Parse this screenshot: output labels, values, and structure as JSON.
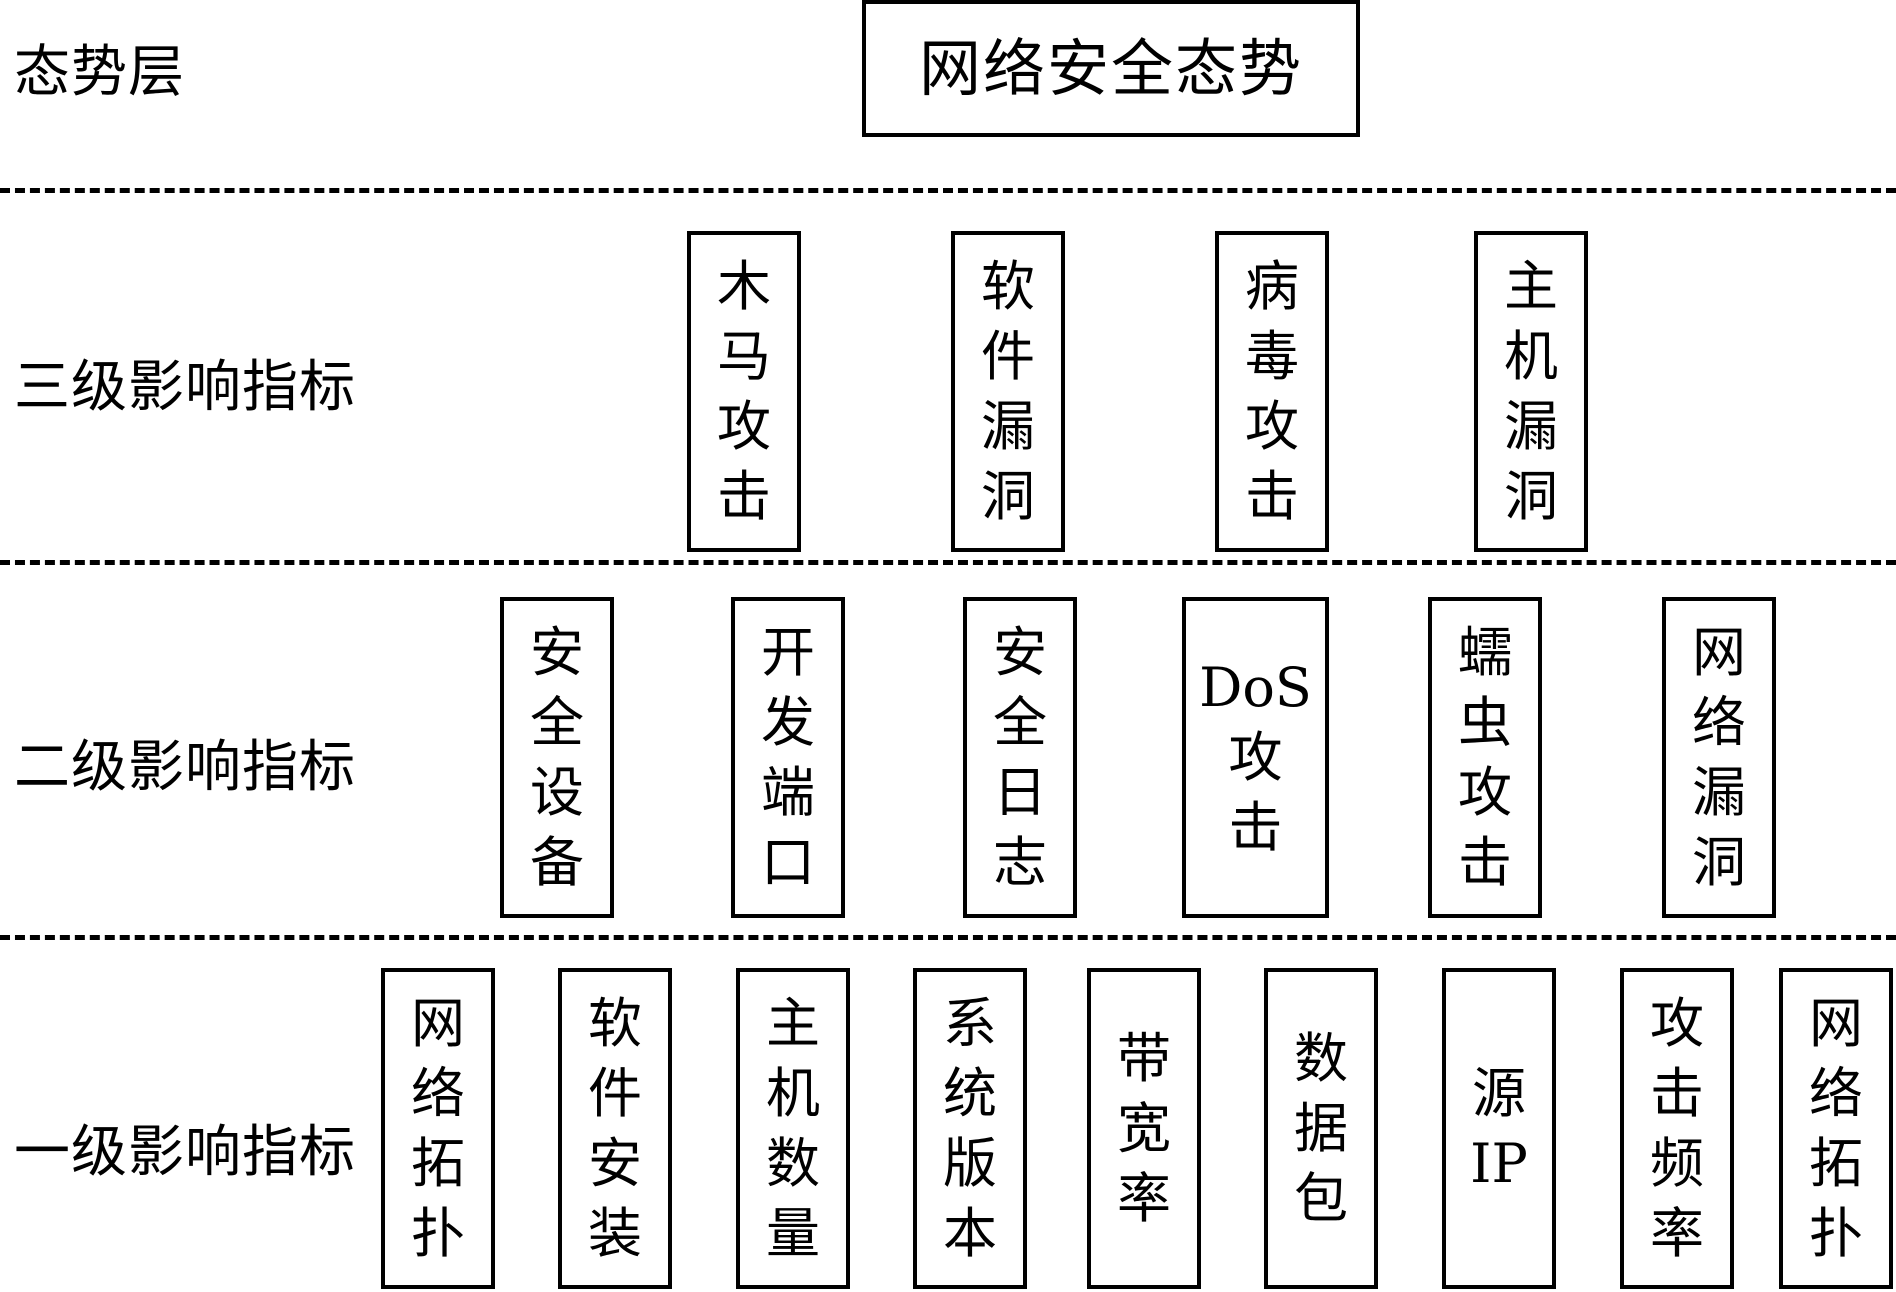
{
  "layers": {
    "top_label": "态势层",
    "level3_label": "三级影响指标",
    "level2_label": "二级影响指标",
    "level1_label": "一级影响指标"
  },
  "top": {
    "title": "网络安全态势"
  },
  "level3": [
    "木\n马\n攻\n击",
    "软\n件\n漏\n洞",
    "病\n毒\n攻\n击",
    "主\n机\n漏\n洞"
  ],
  "level2": [
    "安\n全\n设\n备",
    "开\n发\n端\n口",
    "安\n全\n日\n志",
    "DoS\n攻\n击",
    "蠕\n虫\n攻\n击",
    "网\n络\n漏\n洞"
  ],
  "level1": [
    "网\n络\n拓\n扑",
    "软\n件\n安\n装",
    "主\n机\n数\n量",
    "系\n统\n版\n本",
    "带\n宽\n率",
    "数\n据\n包",
    "源\nIP",
    "攻\n击\n频\n率",
    "网\n络\n拓\n扑"
  ]
}
